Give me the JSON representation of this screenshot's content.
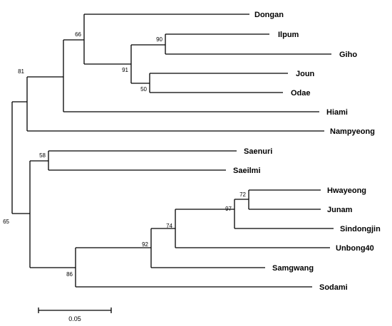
{
  "taxa": {
    "dongan": "Dongan",
    "ilpum": "Ilpum",
    "giho": "Giho",
    "joun": "Joun",
    "odae": "Odae",
    "hiami": "Hiami",
    "nampyeong": "Nampyeong",
    "saenuri": "Saenuri",
    "saeilmi": "Saeilmi",
    "hwayeong": "Hwayeong",
    "junam": "Junam",
    "sindongjin": "Sindongjin",
    "unbong40": "Unbong40",
    "samgwang": "Samgwang",
    "sodami": "Sodami"
  },
  "bootstrap": {
    "n66": "66",
    "n90": "90",
    "n91": "91",
    "n50": "50",
    "n81": "81",
    "n58": "58",
    "n72": "72",
    "n97": "97",
    "n74": "74",
    "n92": "92",
    "n86": "86",
    "n65": "65"
  },
  "scale_bar": {
    "label": "0.05"
  }
}
